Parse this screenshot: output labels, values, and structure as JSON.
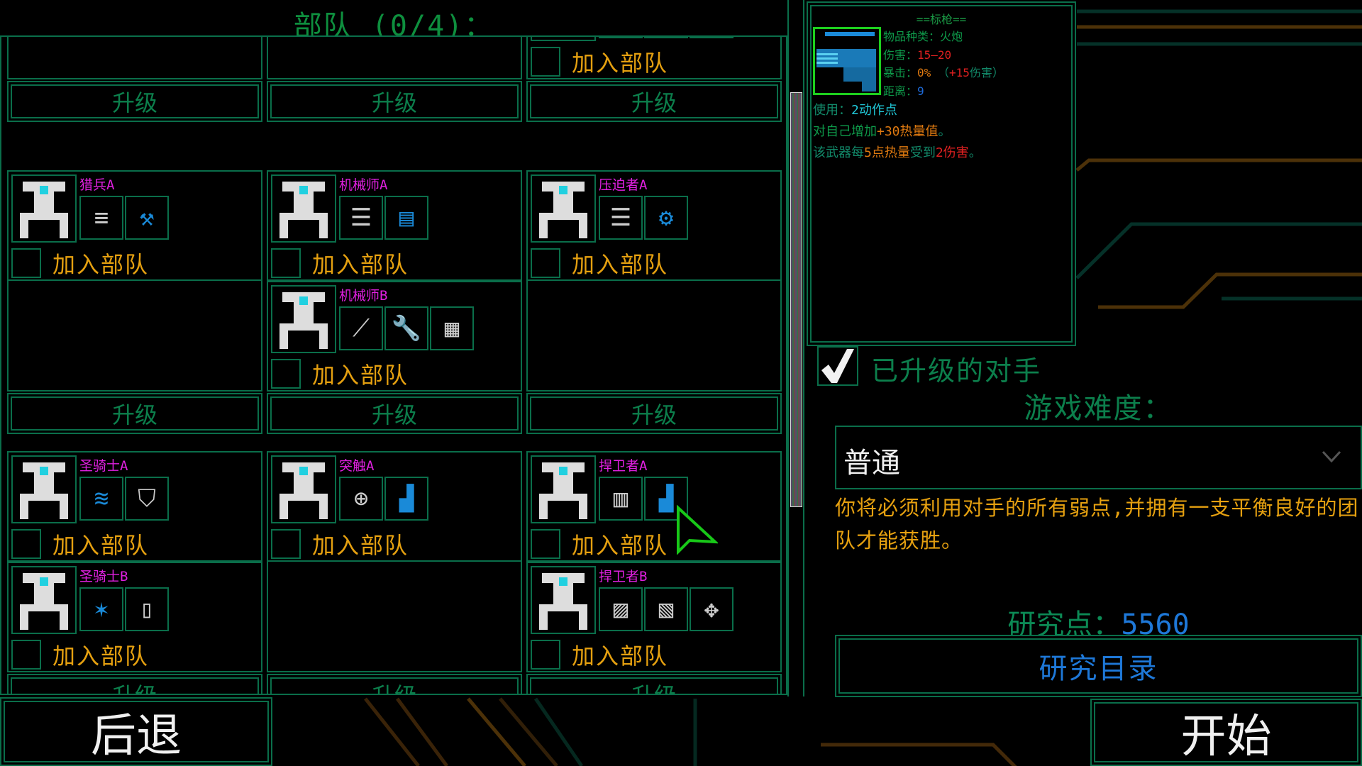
{
  "squad": {
    "title": "部队 (0/4)：",
    "join_label": "加入部队",
    "upgrade_label": "升级"
  },
  "columns": [
    {
      "groups": [
        {
          "units": []
        },
        {
          "units": [
            {
              "name": "猎兵A",
              "portrait_icon": "scout-mech-icon",
              "weapons": [
                "railgun-icon",
                "hammer-icon"
              ]
            }
          ]
        },
        {
          "units": [
            {
              "name": "圣骑士A",
              "portrait_icon": "paladin-mech-icon",
              "weapons": [
                "blue-storm-icon",
                "shield-icon"
              ]
            },
            {
              "name": "圣骑士B",
              "portrait_icon": "paladin-mech-icon",
              "weapons": [
                "energy-spear-icon",
                "twin-armor-icon"
              ]
            }
          ]
        }
      ]
    },
    {
      "groups": [
        {
          "units": []
        },
        {
          "units": [
            {
              "name": "机械师A",
              "portrait_icon": "mechanic-tank-icon",
              "weapons": [
                "gatling-icon",
                "monitor-icon"
              ]
            },
            {
              "name": "机械师B",
              "portrait_icon": "mechanic-tank-icon",
              "weapons": [
                "drill-arm-icon",
                "wrench-icon",
                "console-icon"
              ]
            }
          ]
        },
        {
          "units": [
            {
              "name": "突触A",
              "portrait_icon": "synapse-mech-icon",
              "weapons": [
                "reactor-icon",
                "blue-cannon-icon"
              ]
            }
          ]
        }
      ]
    },
    {
      "groups": [
        {
          "units": [
            {
              "name": "",
              "portrait_icon": "partial-mech-icon",
              "weapons": [
                "reactor-icon",
                "claw-icon",
                "pointed-shield-icon"
              ]
            }
          ]
        },
        {
          "units": [
            {
              "name": "压迫者A",
              "portrait_icon": "oppressor-jellyfish-icon",
              "weapons": [
                "gatling-icon",
                "gear-icon"
              ]
            }
          ]
        },
        {
          "units": [
            {
              "name": "捍卫者A",
              "portrait_icon": "defender-mech-icon",
              "weapons": [
                "ammo-feeder-icon",
                "blue-cannon-icon"
              ]
            },
            {
              "name": "捍卫者B",
              "portrait_icon": "defender-mech-icon",
              "weapons": [
                "missile-pod-icon",
                "missile-pod-2-icon",
                "crosshair-icon"
              ]
            }
          ]
        }
      ]
    }
  ],
  "tooltip": {
    "title": "==标枪==",
    "item_type_label": "物品种类：",
    "item_type_value": "火炮",
    "damage_label": "伤害：",
    "damage_value": "15—20",
    "crit_label": "暴击：",
    "crit_value": "0%",
    "crit_bonus_open": "（",
    "crit_bonus_value": "+15",
    "crit_bonus_text": "伤害",
    "crit_bonus_close": "）",
    "range_label": "距离：",
    "range_value": "9",
    "use_label": "使用：",
    "use_value": "2动作点",
    "heat_prefix": "对自己增加",
    "heat_value": "+30热量值",
    "heat_suffix": "。",
    "dmg_prefix": "该武器每",
    "dmg_heat": "5点热量",
    "dmg_mid": "受到",
    "dmg_value": "2伤害",
    "dmg_suffix": "。"
  },
  "settings": {
    "upgraded_opponents_label": "已升级的对手",
    "upgraded_opponents_checked": true,
    "difficulty_label": "游戏难度：",
    "difficulty_value": "普通",
    "difficulty_description": "你将必须利用对手的所有弱点,并拥有一支平衡良好的团队才能获胜。",
    "research_points_label": "研究点：",
    "research_points_value": "5560",
    "research_catalog_label": "研究目录"
  },
  "buttons": {
    "back": "后退",
    "start": "开始"
  },
  "scroll": {
    "thumb_fraction": 0.6
  },
  "colors": {
    "frame": "#0a6e4a",
    "unit_name": "#e020e0",
    "join": "#e5a010",
    "accent_blue": "#1e78d8"
  }
}
